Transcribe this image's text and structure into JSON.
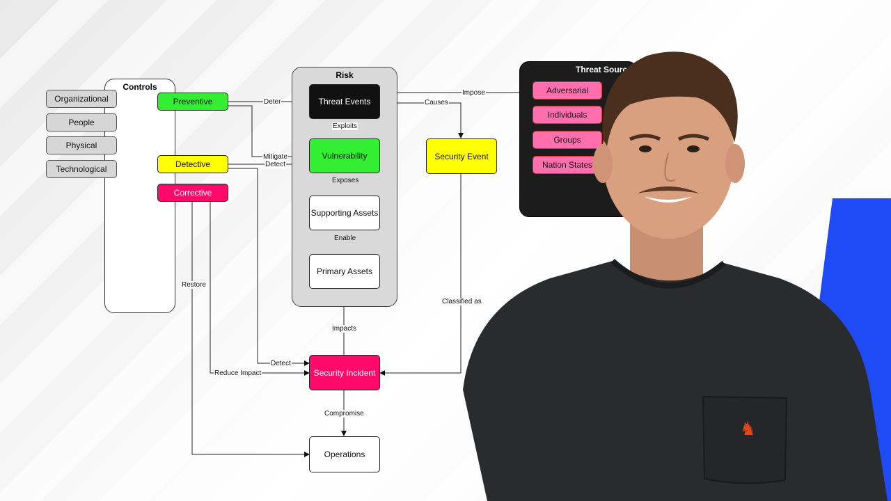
{
  "controls": {
    "title": "Controls",
    "categories": [
      "Organizational",
      "People",
      "Physical",
      "Technological"
    ],
    "types": {
      "preventive": "Preventive",
      "detective": "Detective",
      "corrective": "Corrective"
    }
  },
  "risk": {
    "title": "Risk",
    "threat_events": "Threat Events",
    "vulnerability": "Vulnerability",
    "supporting_assets": "Supporting Assets",
    "primary_assets": "Primary Assets"
  },
  "threat_sources": {
    "title": "Threat Sourc",
    "items": [
      "Adversarial",
      "Individuals",
      "Groups",
      "Nation States"
    ]
  },
  "nodes": {
    "security_event": "Security Event",
    "security_incident": "Security Incident",
    "operations": "Operations"
  },
  "edges": {
    "deter": "Deter",
    "mitigate": "Mitigate",
    "detect1": "Detect",
    "detect2": "Detect",
    "impose": "Impose",
    "causes": "Causes",
    "exploits": "Exploits",
    "exposes": "Exposes",
    "enable": "Enable",
    "restore": "Restore",
    "impacts": "Impacts",
    "classified_as": "Classified as",
    "reduce_impact": "Reduce Impact",
    "compromise": "Compromise"
  },
  "colors": {
    "preventive": "#33ee33",
    "detective": "#ffff00",
    "corrective": "#ff0a6a",
    "threat_source_item": "#ff6fae",
    "accent_blue": "#1f4bf5"
  }
}
